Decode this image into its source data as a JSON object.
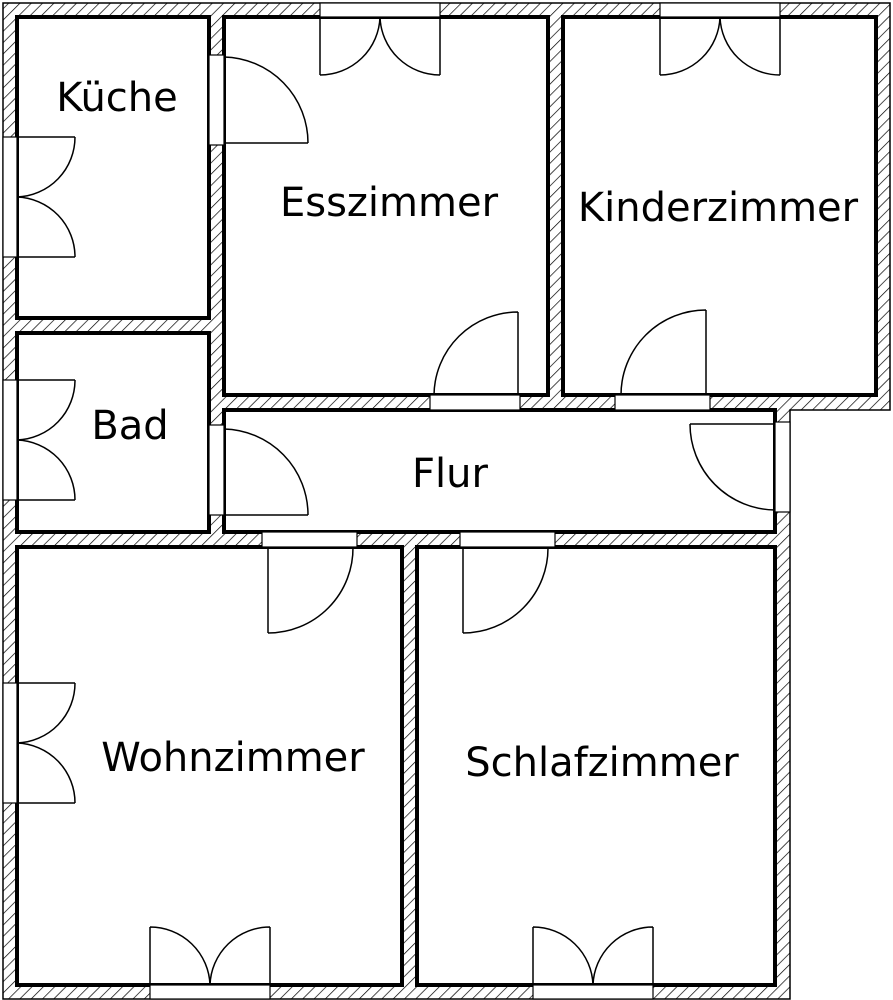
{
  "floorplan": {
    "rooms": {
      "kueche": "Küche",
      "esszimmer": "Esszimmer",
      "kinderzimmer": "Kinderzimmer",
      "bad": "Bad",
      "flur": "Flur",
      "wohnzimmer": "Wohnzimmer",
      "schlafzimmer": "Schlafzimmer"
    },
    "line_color": "#000000",
    "background_color": "#ffffff"
  }
}
